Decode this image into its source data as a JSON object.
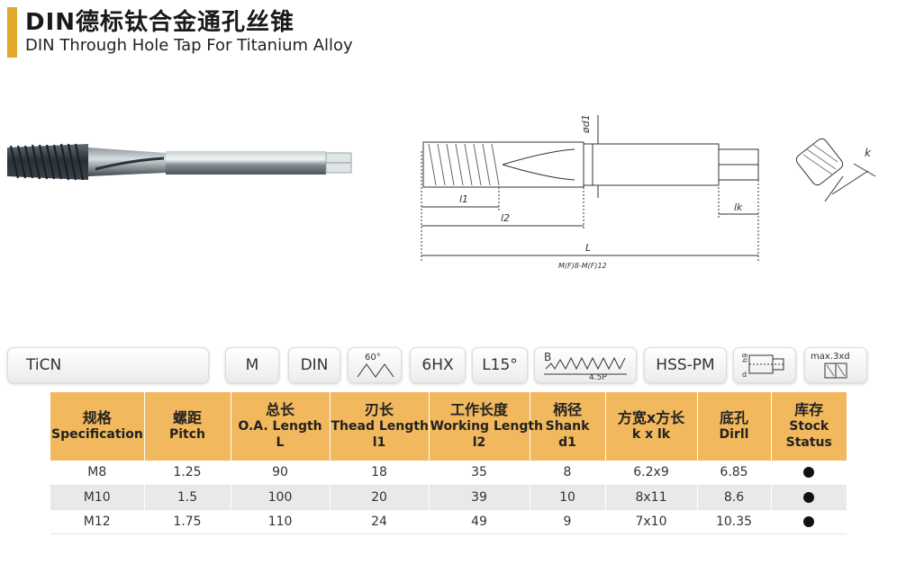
{
  "header": {
    "title_cn": "DIN德标钛合金通孔丝锥",
    "title_en": "DIN Through Hole Tap For Titanium Alloy",
    "accent_color": "#e0a92b"
  },
  "drawing": {
    "label_d1": "ød1",
    "label_l1": "l1",
    "label_l2": "l2",
    "label_L": "L",
    "label_lk": "lk",
    "label_k": "k",
    "caption": "M(F)8-M(F)12"
  },
  "features": {
    "coating": "TiCN",
    "thread": "M",
    "standard": "DIN",
    "angle": "60°",
    "tolerance": "6HX",
    "spiral": "L15°",
    "chamfer_letter": "B",
    "chamfer_pitch": "4.5P",
    "material": "HSS-PM",
    "shank_tol": "h9",
    "shank_d": "d",
    "square": "max.3xd"
  },
  "table": {
    "header_color": "#f1b85d",
    "columns": [
      {
        "cn": "规格",
        "en": "Specification",
        "sym": ""
      },
      {
        "cn": "螺距",
        "en": "Pitch",
        "sym": ""
      },
      {
        "cn": "总长",
        "en": "O.A. Length",
        "sym": "L"
      },
      {
        "cn": "刃长",
        "en": "Thead Length",
        "sym": "l1"
      },
      {
        "cn": "工作长度",
        "en": "Working Length",
        "sym": "l2"
      },
      {
        "cn": "柄径",
        "en": "Shank",
        "sym": "d1"
      },
      {
        "cn": "方宽x方长",
        "en": "k x lk",
        "sym": ""
      },
      {
        "cn": "底孔",
        "en": "Dirll",
        "sym": ""
      },
      {
        "cn": "库存",
        "en": "Stock",
        "sym": "Status"
      }
    ],
    "rows": [
      [
        "M8",
        "1.25",
        "90",
        "18",
        "35",
        "8",
        "6.2x9",
        "6.85"
      ],
      [
        "M10",
        "1.5",
        "100",
        "20",
        "39",
        "10",
        "8x11",
        "8.6"
      ],
      [
        "M12",
        "1.75",
        "110",
        "24",
        "49",
        "9",
        "7x10",
        "10.35"
      ]
    ],
    "stock": [
      true,
      true,
      true
    ]
  }
}
